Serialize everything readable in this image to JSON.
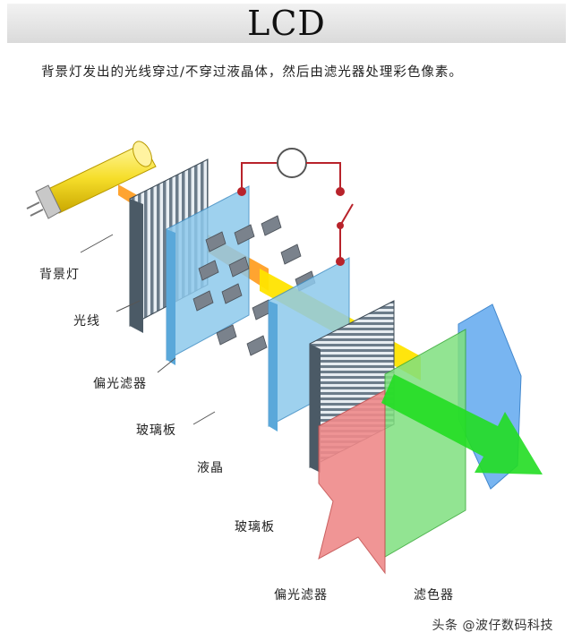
{
  "header": {
    "title": "LCD"
  },
  "description": "背景灯发出的光线穿过/不穿过液晶体，然后由滤光器处理彩色像素。",
  "labels": {
    "backlight": "背景灯",
    "light_ray": "光线",
    "polarizer_1": "偏光滤器",
    "glass_1": "玻璃板",
    "liquid_crystal": "液晶",
    "glass_2": "玻璃板",
    "polarizer_2": "偏光滤器",
    "color_filter": "滤色器"
  },
  "watermark": "头条 @波仔数码科技",
  "colors": {
    "glass": "#8ec9ec",
    "polarizer": "#8a9aa8",
    "red_filter": "#ef8a8a",
    "green_filter": "#7fe07f",
    "blue_filter": "#6aaef0",
    "light_beam": "#ffe400",
    "circuit": "#b8232b"
  },
  "icons": [
    "fluorescent-tube-icon",
    "lamp-circuit-icon",
    "switch-icon",
    "output-arrow-icon"
  ]
}
